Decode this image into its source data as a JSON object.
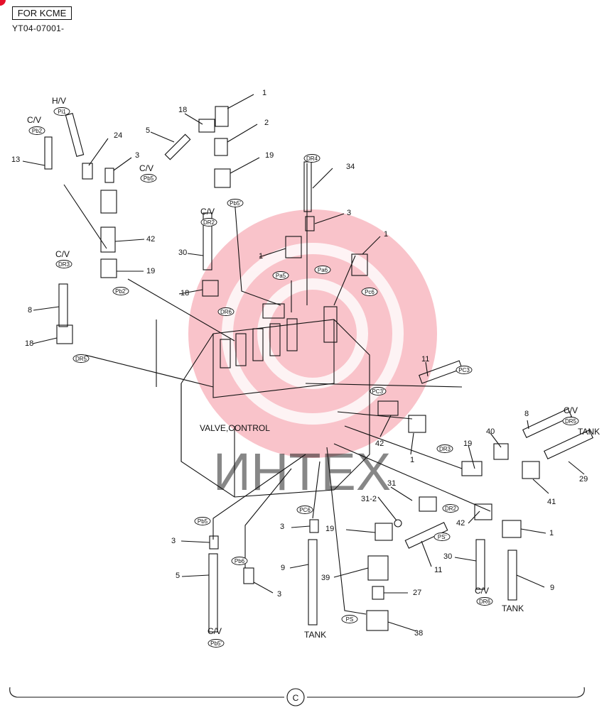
{
  "header": {
    "kit_label": "FOR KCME",
    "serial_range": "YT04-07001-"
  },
  "main_label": "VALVE,CONTROL",
  "watermark_text": "ИНТЕХ",
  "footer_symbol": "C",
  "colors": {
    "line": "#111111",
    "watermark": "#e8102a",
    "corner_badge": "#e5102a"
  },
  "callouts": [
    "1",
    "2",
    "3",
    "5",
    "8",
    "9",
    "11",
    "13",
    "18",
    "19",
    "24",
    "27",
    "29",
    "30",
    "31-2",
    "31",
    "34",
    "38",
    "39",
    "40",
    "41",
    "42"
  ],
  "labels": {
    "cv": "C/V",
    "hv": "H/V",
    "tank": "TANK"
  },
  "port_tags": [
    "Pi1",
    "Pb2",
    "Pb5",
    "Pb5'",
    "Pb2'",
    "Pa5",
    "Pa6",
    "Pc6",
    "DR2",
    "DR3",
    "DR4",
    "DR5",
    "DR6",
    "PC3",
    "PC3'",
    "PC6",
    "Pb6",
    "PS",
    "PS'"
  ]
}
